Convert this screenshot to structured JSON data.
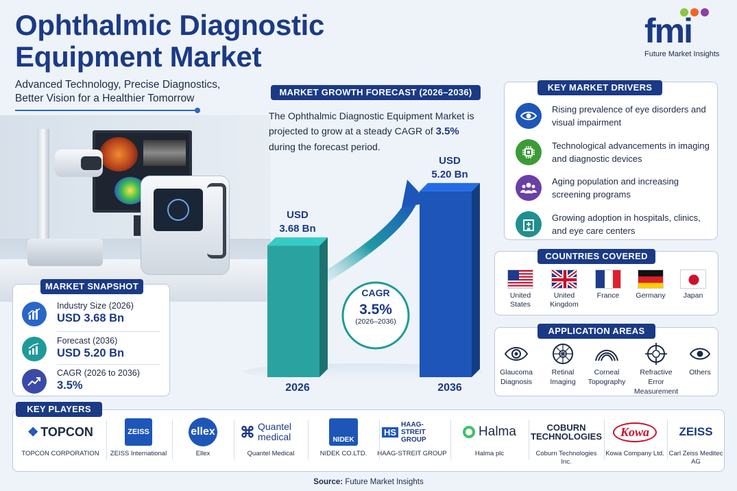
{
  "header": {
    "title_line1": "Ophthalmic Diagnostic",
    "title_line2": "Equipment Market",
    "subtitle_line1": "Advanced Technology, Precise Diagnostics,",
    "subtitle_line2": "Better Vision for a Healthier Tomorrow"
  },
  "logo": {
    "mark": "fmi",
    "name": "Future Market Insights",
    "dot_colors": [
      "#8cc63f",
      "#f26522",
      "#8e3fa7"
    ]
  },
  "snapshot": {
    "title": "MARKET SNAPSHOT",
    "items": [
      {
        "label": "Industry Size (2026)",
        "value": "USD 3.68 Bn",
        "icon": "bar-chart-icon",
        "color": "#2a66c8"
      },
      {
        "label": "Forecast (2036)",
        "value": "USD 5.20 Bn",
        "icon": "growth-chart-icon",
        "color": "#1f9a9a"
      },
      {
        "label": "CAGR (2026 to 2036)",
        "value": "3.5%",
        "icon": "trend-up-icon",
        "color": "#3a4aa8"
      }
    ]
  },
  "forecast": {
    "title": "MARKET GROWTH FORECAST (2026–2036)",
    "text_before": "The Ophthalmic Diagnostic Equipment Market is projected to grow at a steady CAGR of ",
    "text_highlight": "3.5%",
    "text_after": " during the forecast period.",
    "cagr_label": "CAGR",
    "cagr_value": "3.5%",
    "cagr_period": "(2026–2036)"
  },
  "chart_data": {
    "type": "bar",
    "categories": [
      "2026",
      "2036"
    ],
    "values": [
      3.68,
      5.2
    ],
    "value_labels": [
      [
        "USD",
        "3.68 Bn"
      ],
      [
        "USD",
        "5.20 Bn"
      ]
    ],
    "colors": [
      "#2aa3a0",
      "#1d56b8"
    ],
    "ylim": [
      0,
      5.6
    ]
  },
  "drivers": {
    "title": "KEY MARKET DRIVERS",
    "items": [
      {
        "text": "Rising prevalence of eye disorders and visual impairment",
        "icon": "eye-icon",
        "color": "#1d56b8"
      },
      {
        "text": "Technological advancements in imaging and diagnostic devices",
        "icon": "chip-icon",
        "color": "#3d9b35"
      },
      {
        "text": "Aging population and increasing screening programs",
        "icon": "people-icon",
        "color": "#6a3fa7"
      },
      {
        "text": "Growing adoption in hospitals, clinics, and eye care centers",
        "icon": "hospital-icon",
        "color": "#1f8f8f"
      }
    ]
  },
  "countries": {
    "title": "COUNTRIES COVERED",
    "items": [
      {
        "name": "United States",
        "icon": "us-flag-icon"
      },
      {
        "name": "United Kingdom",
        "icon": "uk-flag-icon"
      },
      {
        "name": "France",
        "icon": "france-flag-icon"
      },
      {
        "name": "Germany",
        "icon": "germany-flag-icon"
      },
      {
        "name": "Japan",
        "icon": "japan-flag-icon"
      }
    ]
  },
  "applications": {
    "title": "APPLICATION AREAS",
    "items": [
      {
        "name": "Glaucoma Diagnosis",
        "icon": "eye-outline-icon"
      },
      {
        "name": "Retinal Imaging",
        "icon": "retina-icon"
      },
      {
        "name": "Corneal Topography",
        "icon": "cornea-arcs-icon"
      },
      {
        "name": "Refractive Error Measurement",
        "icon": "crosshair-icon"
      },
      {
        "name": "Others",
        "icon": "eye-small-icon"
      }
    ]
  },
  "players": {
    "title": "KEY PLAYERS",
    "items": [
      {
        "logo": "TOPCON",
        "name": "TOPCON CORPORATION"
      },
      {
        "logo": "ZEISS",
        "name": "ZEISS International"
      },
      {
        "logo": "ellex",
        "name": "Ellex"
      },
      {
        "logo": "Quantel medical",
        "name": "Quantel Medical"
      },
      {
        "logo": "NIDEK",
        "name": "NIDEK CO.LTD."
      },
      {
        "logo": "HAAG-STREIT GROUP",
        "name": "HAAG-STREIT GROUP"
      },
      {
        "logo": "Halma",
        "name": "Halma plc"
      },
      {
        "logo": "COBURN TECHNOLOGIES",
        "name": "Coburn Technologies Inc."
      },
      {
        "logo": "Kowa",
        "name": "Kowa Company Ltd."
      },
      {
        "logo": "ZEISS",
        "name": "Carl Zeiss Meditec AG"
      }
    ]
  },
  "source": {
    "label": "Source:",
    "value": "Future Market Insights"
  }
}
